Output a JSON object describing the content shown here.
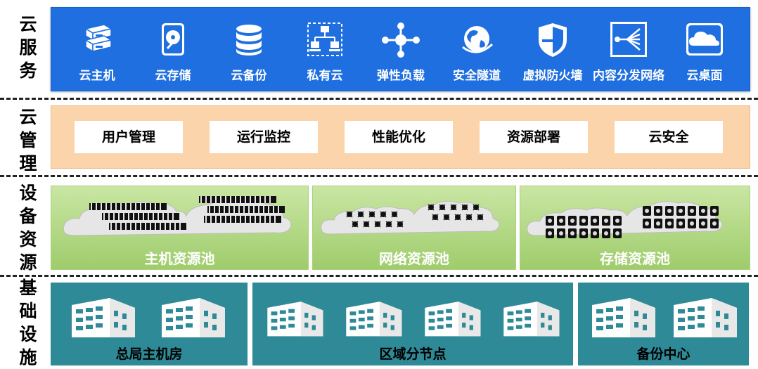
{
  "layers": [
    {
      "id": "service",
      "label": "云服务"
    },
    {
      "id": "management",
      "label": "云管理"
    },
    {
      "id": "resources",
      "label": "设备资源"
    },
    {
      "id": "infrastructure",
      "label": "基础设施"
    }
  ],
  "services": [
    {
      "label": "云主机",
      "icon": "server-stack-icon"
    },
    {
      "label": "云存储",
      "icon": "hard-disk-icon"
    },
    {
      "label": "云备份",
      "icon": "database-icon"
    },
    {
      "label": "私有云",
      "icon": "private-network-icon"
    },
    {
      "label": "弹性负载",
      "icon": "load-balancer-icon"
    },
    {
      "label": "安全隧道",
      "icon": "globe-tunnel-icon"
    },
    {
      "label": "虚拟防火墙",
      "icon": "shield-icon"
    },
    {
      "label": "内容分发网络",
      "icon": "cdn-distribution-icon"
    },
    {
      "label": "云桌面",
      "icon": "cloud-desktop-icon"
    }
  ],
  "management": [
    "用户管理",
    "运行监控",
    "性能优化",
    "资源部署",
    "云安全"
  ],
  "pools": [
    {
      "label": "主机资源池",
      "kind": "host"
    },
    {
      "label": "网络资源池",
      "kind": "network"
    },
    {
      "label": "存储资源池",
      "kind": "storage"
    }
  ],
  "infrastructure": [
    {
      "label": "总局主机房",
      "buildings": 2
    },
    {
      "label": "区域分节点",
      "buildings": 4
    },
    {
      "label": "备份中心",
      "buildings": 2
    }
  ],
  "colors": {
    "service_band": "#1f6fe0",
    "management_band": "#fbd4ab",
    "resource_pool": "#b5db8a",
    "infrastructure": "#2e8a97"
  }
}
